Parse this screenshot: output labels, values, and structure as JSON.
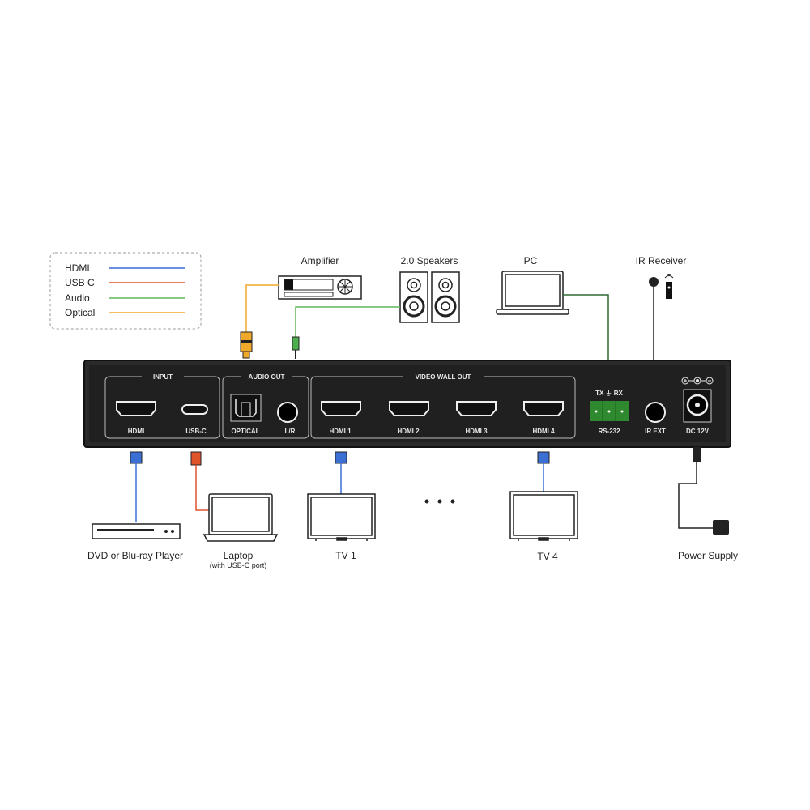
{
  "legend": [
    {
      "label": "HDMI",
      "color": "#3b6fd4"
    },
    {
      "label": "USB C",
      "color": "#e0542a"
    },
    {
      "label": "Audio",
      "color": "#5cb85c"
    },
    {
      "label": "Optical",
      "color": "#f0a92a"
    }
  ],
  "top_devices": {
    "amplifier": "Amplifier",
    "speakers": "2.0 Speakers",
    "pc": "PC",
    "ir_receiver": "IR Receiver"
  },
  "panel": {
    "groups": {
      "input": "INPUT",
      "audio_out": "AUDIO OUT",
      "video_wall_out": "VIDEO WALL OUT"
    },
    "ports": {
      "hdmi": "HDMI",
      "usbc": "USB-C",
      "optical": "OPTICAL",
      "lr": "L/R",
      "hdmi1": "HDMI 1",
      "hdmi2": "HDMI 2",
      "hdmi3": "HDMI 3",
      "hdmi4": "HDMI 4",
      "rs232": "RS-232",
      "rs232_pins": "TX ⏚ RX",
      "ir_ext": "IR EXT",
      "dc": "DC 12V"
    }
  },
  "bottom_devices": {
    "dvd": "DVD or Blu-ray Player",
    "laptop": "Laptop",
    "laptop_note": "(with USB-C port)",
    "tv1": "TV 1",
    "tv4": "TV 4",
    "power": "Power Supply"
  }
}
